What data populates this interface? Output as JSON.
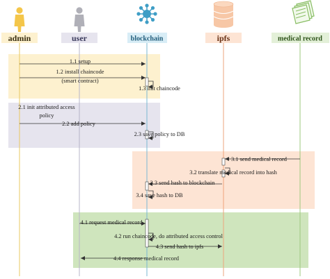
{
  "participants": [
    {
      "id": "admin",
      "label": "admin",
      "icon": "person-icon",
      "header_color": "#fdf1cf",
      "text_color": "#3a2f10",
      "icon_color": "#f4c64a",
      "line_color": "#e9c860"
    },
    {
      "id": "user",
      "label": "user",
      "icon": "person-icon",
      "header_color": "#e6e4ee",
      "text_color": "#3a3a5c",
      "icon_color": "#b0b0b8",
      "line_color": "#b7b5c8"
    },
    {
      "id": "blockchain",
      "label": "blockchain",
      "icon": "blockchain-network-icon",
      "header_color": "#d8edf6",
      "text_color": "#1f5b7a",
      "icon_color": "#3f9ec6",
      "line_color": "#7ab8d3"
    },
    {
      "id": "ipfs",
      "label": "ipfs",
      "icon": "database-icon",
      "header_color": "#fde4d4",
      "text_color": "#6a3216",
      "icon_color": "#f7c7a6",
      "line_color": "#eea57d"
    },
    {
      "id": "medical_record",
      "label": "medical record",
      "icon": "document-stack-icon",
      "header_color": "#e3f0d8",
      "text_color": "#2d5218",
      "icon_color": "#88bd63",
      "line_color": "#9ec87e"
    }
  ],
  "phases": [
    {
      "id": "phase1",
      "color": "#fdf1cf"
    },
    {
      "id": "phase2",
      "color": "#e6e4ee"
    },
    {
      "id": "phase3",
      "color": "#fde4d4"
    },
    {
      "id": "phase4",
      "color": "#cfe5bd"
    }
  ],
  "messages": [
    {
      "id": "m1_1",
      "label": "1.1 setup"
    },
    {
      "id": "m1_2",
      "label": "1.2 install chaincode"
    },
    {
      "id": "m1_2b",
      "label": "(smart contract)"
    },
    {
      "id": "m1_3",
      "label": "1.3 init chaincode"
    },
    {
      "id": "m2_1",
      "label": "2.1 init attributed access"
    },
    {
      "id": "m2_1b",
      "label": "policy"
    },
    {
      "id": "m2_2",
      "label": "2.2 add policy"
    },
    {
      "id": "m2_3",
      "label": "2.3 save policy to DB"
    },
    {
      "id": "m3_1",
      "label": "3.1 send medical record"
    },
    {
      "id": "m3_2",
      "label": "3.2 translate medical record into hash"
    },
    {
      "id": "m3_3",
      "label": "3.3 send hash to blockchain"
    },
    {
      "id": "m3_4",
      "label": "3.4 save hash to DB"
    },
    {
      "id": "m4_1",
      "label": "4.1 request medical record"
    },
    {
      "id": "m4_2",
      "label": "4.2 run chaincode, do attributed access control"
    },
    {
      "id": "m4_3",
      "label": "4.3 send hash to ipfs"
    },
    {
      "id": "m4_4",
      "label": "4.4 response medical record"
    }
  ]
}
